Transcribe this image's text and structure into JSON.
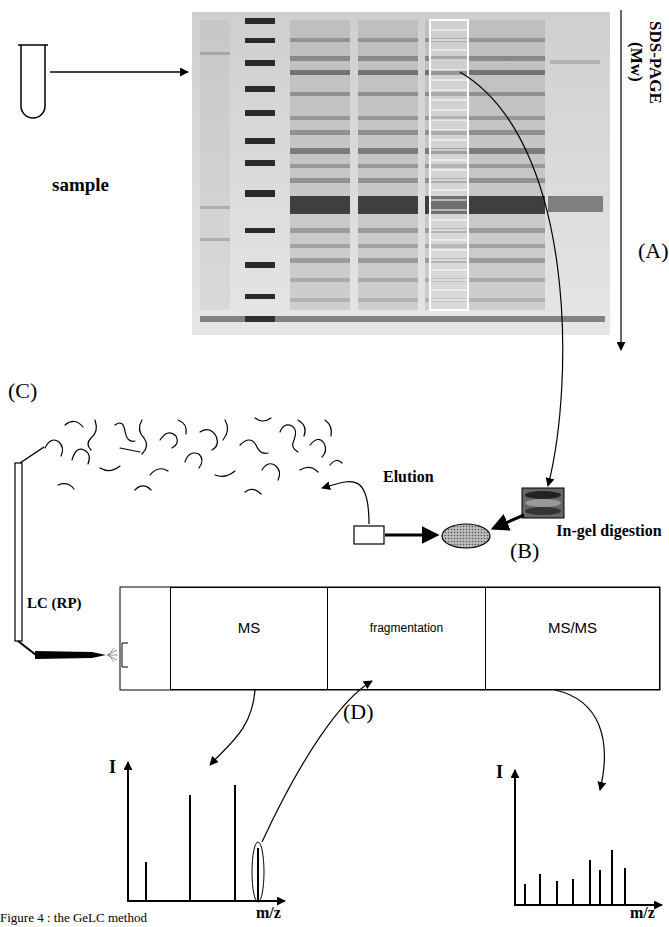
{
  "diagram": {
    "caption": "Figure 4 : the GeLC method",
    "nodes": [
      {
        "text": [
          "MS"
        ]
      },
      {
        "text": [
          "fragmentation"
        ]
      },
      {
        "text": [
          "MS/MS"
        ]
      }
    ],
    "labels": [
      "sample",
      "SDS-PAGE (Mw)",
      "(A)",
      "(C)",
      "Elution",
      "(B)",
      "In-gel digestion",
      "LC (RP)",
      "(D)",
      "I",
      "m/z",
      "I",
      "m/z"
    ]
  }
}
